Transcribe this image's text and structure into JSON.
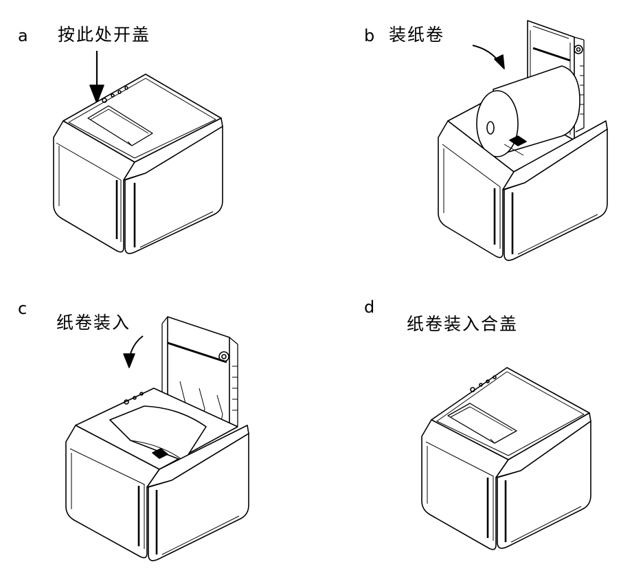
{
  "panels": {
    "a": {
      "letter": "a",
      "caption": "按此处开盖"
    },
    "b": {
      "letter": "b",
      "caption": "装纸卷"
    },
    "c": {
      "letter": "c",
      "caption": "纸卷装入"
    },
    "d": {
      "letter": "d",
      "caption": "纸卷装入合盖"
    }
  },
  "colors": {
    "line": "#000000",
    "body": "#ffffff"
  }
}
